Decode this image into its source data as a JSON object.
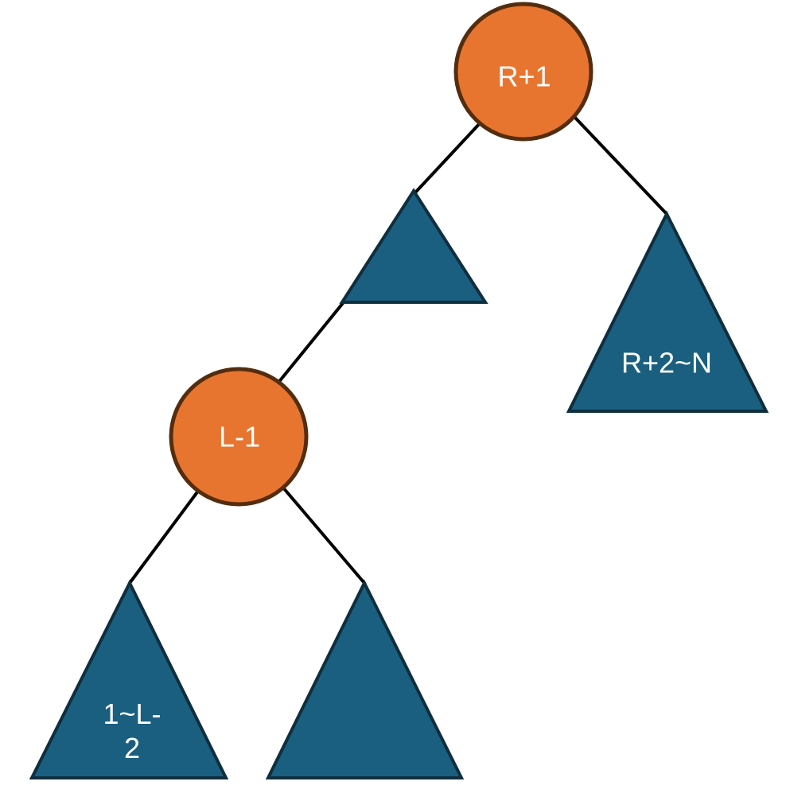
{
  "diagram": {
    "type": "binary-tree-decomposition",
    "colors": {
      "background": "#FFFFFF",
      "node_fill": "#E8752F",
      "node_stroke": "#542D0E",
      "subtree_fill": "#1B5F80",
      "subtree_stroke": "#0F2E3E",
      "edge": "#000000",
      "label_text": "#FFFFFF"
    },
    "nodes": {
      "root": {
        "shape": "circle",
        "label": "R+1"
      },
      "left_inner_subtree": {
        "shape": "triangle",
        "label": ""
      },
      "right_subtree": {
        "shape": "triangle",
        "label": "R+2~N"
      },
      "left_node": {
        "shape": "circle",
        "label": "L-1"
      },
      "far_left_subtree": {
        "shape": "triangle",
        "label": "1~L-2"
      },
      "left_right_subtree": {
        "shape": "triangle",
        "label": ""
      }
    },
    "edges": [
      {
        "from": "root",
        "to": "left_inner_subtree"
      },
      {
        "from": "root",
        "to": "right_subtree"
      },
      {
        "from": "left_inner_subtree",
        "to": "left_node"
      },
      {
        "from": "left_node",
        "to": "far_left_subtree"
      },
      {
        "from": "left_node",
        "to": "left_right_subtree"
      }
    ]
  }
}
